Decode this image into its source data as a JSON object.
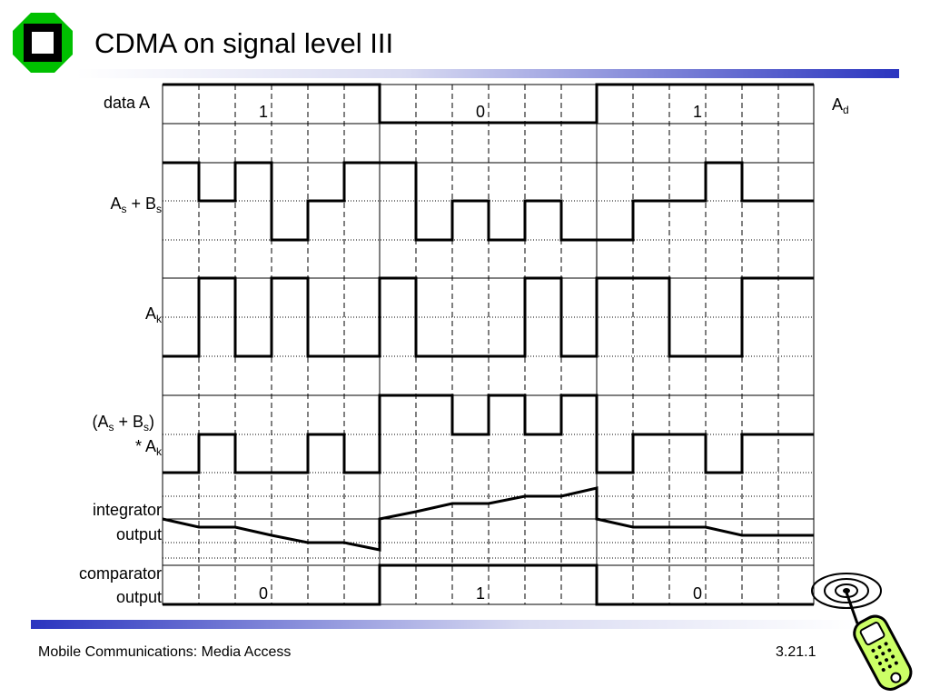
{
  "slide": {
    "title": "CDMA on signal level III",
    "footer_left": "Mobile Communications: Media Access",
    "footer_right": "3.21.1"
  },
  "diagram": {
    "row_labels": {
      "data_a": "data A",
      "as_bs": {
        "A": "A",
        "s1": "s",
        "plus": " + B",
        "s2": "s"
      },
      "ak": {
        "A": "A",
        "k": "k"
      },
      "product": {
        "line1_a": "(A",
        "s1": "s",
        "plus": " + B",
        "s2": "s",
        "close": ")",
        "line2_a": "* A",
        "k": "k"
      },
      "integrator": {
        "line1": "integrator",
        "line2": "output"
      },
      "comparator": {
        "line1": "comparator",
        "line2": "output"
      },
      "ad": {
        "A": "A",
        "d": "d"
      }
    },
    "data_bits": [
      "1",
      "0",
      "1"
    ],
    "comparator_bits": [
      "0",
      "1",
      "0"
    ]
  },
  "icons": {
    "logo": "university-logo-icon",
    "phone": "mobile-phone-icon"
  },
  "colors": {
    "logo_green": "#00c000",
    "accent_blue": "#2a34bf",
    "phone_green": "#ccff66"
  }
}
